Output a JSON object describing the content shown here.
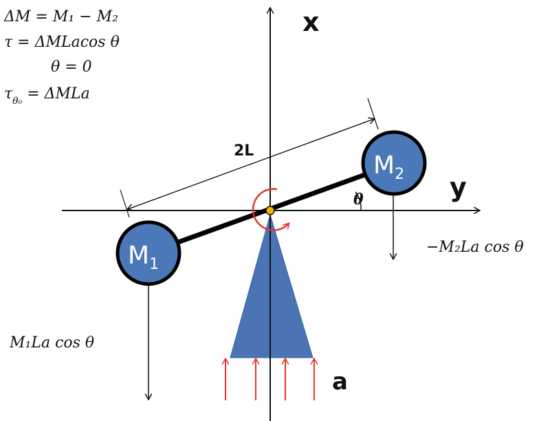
{
  "equations": {
    "line1": "ΔM = M₁ − M₂",
    "line2": "τ =  ΔMLacos θ",
    "line3": "θ = 0",
    "line4_main": "τ",
    "line4_sub": "θ₀",
    "line4_rest": " = ΔMLa"
  },
  "axes": {
    "x_label": "x",
    "y_label": "y"
  },
  "beam": {
    "length_label": "2L",
    "angle_label": "θ"
  },
  "masses": {
    "m1": {
      "letter": "M",
      "sub": "1"
    },
    "m2": {
      "letter": "M",
      "sub": "2"
    }
  },
  "forces": {
    "m1_label": "M₁La cos θ",
    "m2_label": "−M₂La cos θ",
    "support_label": "a"
  },
  "colors": {
    "mass_fill": "#4b78b8",
    "support_fill": "#4a74b4",
    "rotation_arrow": "#e8312a",
    "force_arrows_support": "#e8312a",
    "pivot": "#f5b400"
  }
}
